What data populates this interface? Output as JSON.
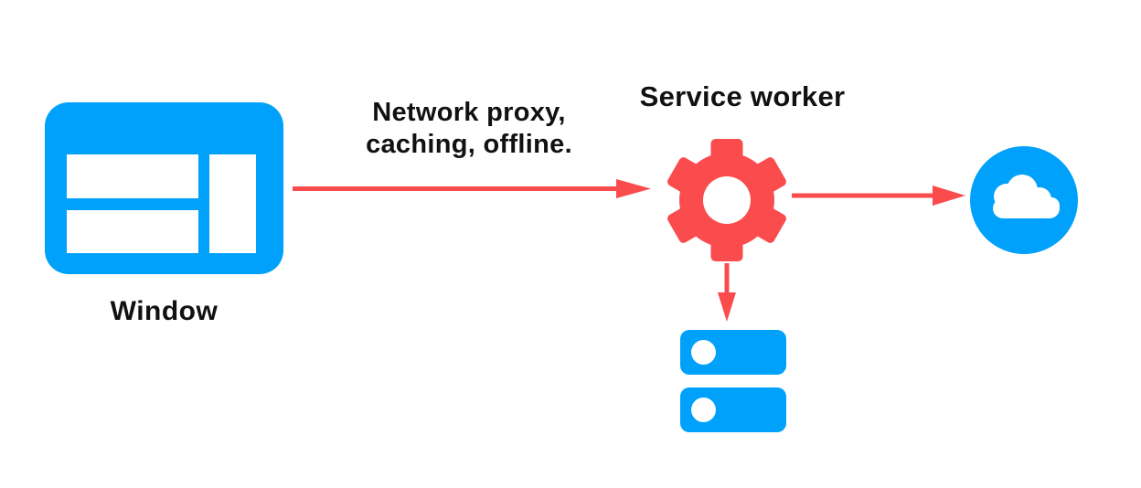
{
  "colors": {
    "blue": "#00A1FA",
    "red": "#FA4B4D",
    "text": "#111111",
    "bg": "#FFFFFF"
  },
  "nodes": {
    "window": {
      "label": "Window",
      "icon": "browser-window-icon"
    },
    "service_worker": {
      "label": "Service worker",
      "icon": "gear-icon"
    },
    "network": {
      "icon": "cloud-icon"
    },
    "cache": {
      "icon": "storage-stack-icon"
    }
  },
  "edges": {
    "window_to_service_worker": {
      "label_lines": [
        "Network proxy,",
        "caching, offline."
      ]
    }
  }
}
